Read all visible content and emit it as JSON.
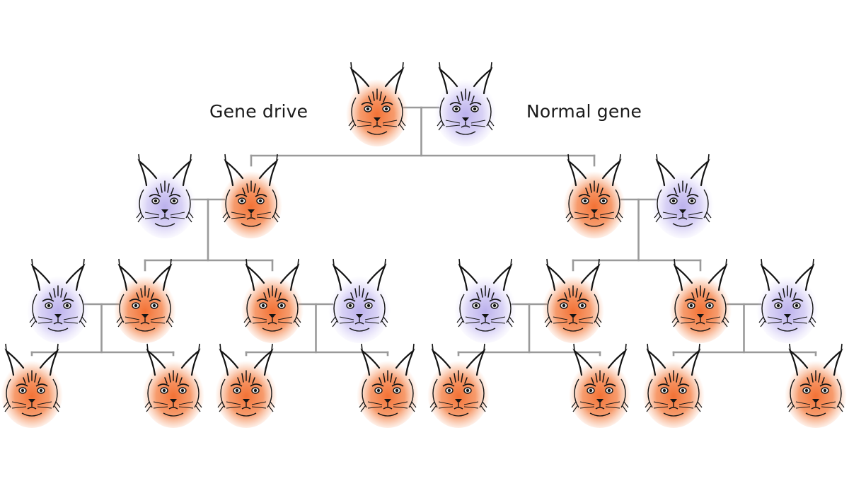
{
  "legend": {
    "gene_drive_label": "Gene drive",
    "normal_gene_label": "Normal gene"
  },
  "colors": {
    "gene_drive": "#f47a3c",
    "normal_gene": "#a89be0",
    "connector": "#9a9a9a",
    "ink": "#141414"
  },
  "generations": [
    {
      "generation": 1,
      "pairs": 1,
      "individuals": [
        "gene-drive",
        "normal"
      ]
    },
    {
      "generation": 2,
      "pairs": 2,
      "individuals": [
        "normal",
        "gene-drive",
        "gene-drive",
        "normal"
      ]
    },
    {
      "generation": 3,
      "pairs": 4,
      "individuals": [
        "normal",
        "gene-drive",
        "gene-drive",
        "normal",
        "normal",
        "gene-drive",
        "gene-drive",
        "normal"
      ]
    },
    {
      "generation": 4,
      "pairs": 0,
      "individuals": [
        "gene-drive",
        "gene-drive",
        "gene-drive",
        "gene-drive",
        "gene-drive",
        "gene-drive",
        "gene-drive",
        "gene-drive"
      ]
    }
  ]
}
